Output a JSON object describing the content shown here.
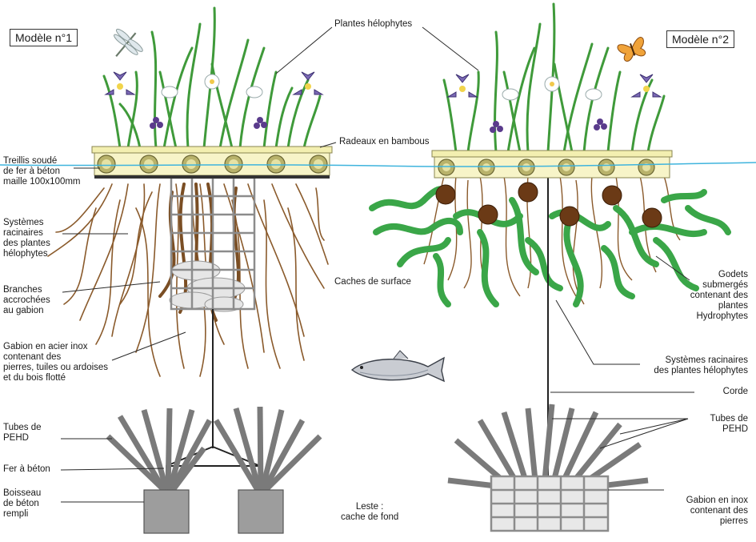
{
  "models": {
    "model1": "Modèle n°1",
    "model2": "Modèle n°2"
  },
  "labels": {
    "plantes_helophytes": "Plantes hélophytes",
    "radeaux": "Radeaux en bambous",
    "treillis": "Treillis soudé\nde fer à béton\nmaille 100x100mm",
    "systemes_racinaires_1": "Systèmes\nracinaires\ndes plantes\nhélophytes",
    "branches": "Branches\naccrochées\nau gabion",
    "gabion_1": "Gabion en acier inox\ncontenant des\npierres, tuiles ou ardoises\net du bois flotté",
    "caches_surface": "Caches de surface",
    "godets": "Godets\nsubmergés\ncontenant des\nplantes\nHydrophytes",
    "systemes_racinaires_2": "Systèmes racinaires\ndes plantes hélophytes",
    "corde": "Corde",
    "tubes_1": "Tubes de\nPEHD",
    "fer_beton": "Fer à béton",
    "boisseau": "Boisseau\nde béton\nrempli",
    "leste": "Leste :\ncache de fond",
    "tubes_2": "Tubes de\nPEHD",
    "gabion_2": "Gabion en inox\ncontenant des\npierres"
  },
  "colors": {
    "root_brown": "#8a5a2b",
    "hydrophyte_green": "#3aa648",
    "plant_green": "#3f9a3a",
    "bamboo": "#f3efb0",
    "water": "#3fb4dd",
    "pehd_grey": "#7a7a7a",
    "concrete": "#9d9d9d"
  },
  "icons": [
    "dragonfly-icon",
    "butterfly-icon",
    "fish-icon",
    "iris-flower-icon",
    "white-lily-icon"
  ]
}
